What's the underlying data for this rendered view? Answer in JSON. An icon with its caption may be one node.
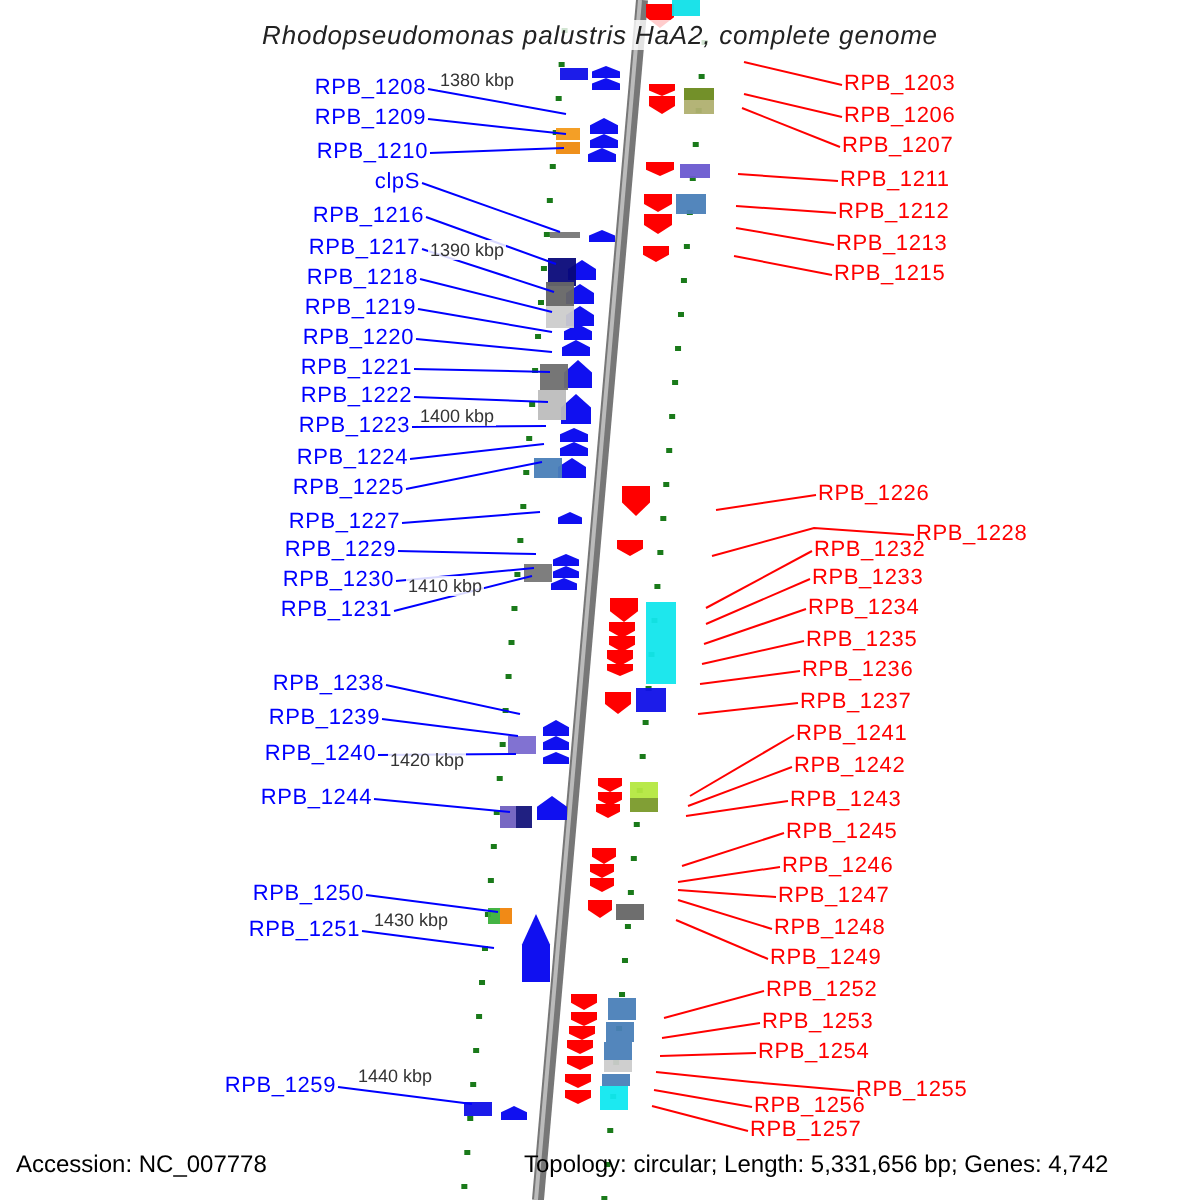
{
  "diagram": {
    "title": "Rhodopseudomonas palustris HaA2, complete genome",
    "nodes": [
      {
        "text": [
          "RPB_1208"
        ]
      },
      {
        "text": [
          "RPB_1209"
        ]
      },
      {
        "text": [
          "RPB_1210"
        ]
      },
      {
        "text": [
          "clpS"
        ]
      },
      {
        "text": [
          "RPB_1216"
        ]
      },
      {
        "text": [
          "RPB_1217"
        ]
      },
      {
        "text": [
          "RPB_1218"
        ]
      },
      {
        "text": [
          "RPB_1219"
        ]
      },
      {
        "text": [
          "RPB_1220"
        ]
      },
      {
        "text": [
          "RPB_1221"
        ]
      },
      {
        "text": [
          "RPB_1222"
        ]
      },
      {
        "text": [
          "RPB_1223"
        ]
      },
      {
        "text": [
          "RPB_1224"
        ]
      },
      {
        "text": [
          "RPB_1225"
        ]
      },
      {
        "text": [
          "RPB_1227"
        ]
      },
      {
        "text": [
          "RPB_1229"
        ]
      },
      {
        "text": [
          "RPB_1230"
        ]
      },
      {
        "text": [
          "RPB_1231"
        ]
      },
      {
        "text": [
          "RPB_1238"
        ]
      },
      {
        "text": [
          "RPB_1239"
        ]
      },
      {
        "text": [
          "RPB_1240"
        ]
      },
      {
        "text": [
          "RPB_1244"
        ]
      },
      {
        "text": [
          "RPB_1250"
        ]
      },
      {
        "text": [
          "RPB_1251"
        ]
      },
      {
        "text": [
          "RPB_1259"
        ]
      },
      {
        "text": [
          "RPB_1203"
        ]
      },
      {
        "text": [
          "RPB_1206"
        ]
      },
      {
        "text": [
          "RPB_1207"
        ]
      },
      {
        "text": [
          "RPB_1211"
        ]
      },
      {
        "text": [
          "RPB_1212"
        ]
      },
      {
        "text": [
          "RPB_1213"
        ]
      },
      {
        "text": [
          "RPB_1215"
        ]
      },
      {
        "text": [
          "RPB_1226"
        ]
      },
      {
        "text": [
          "RPB_1228"
        ]
      },
      {
        "text": [
          "RPB_1232"
        ]
      },
      {
        "text": [
          "RPB_1233"
        ]
      },
      {
        "text": [
          "RPB_1234"
        ]
      },
      {
        "text": [
          "RPB_1235"
        ]
      },
      {
        "text": [
          "RPB_1236"
        ]
      },
      {
        "text": [
          "RPB_1237"
        ]
      },
      {
        "text": [
          "RPB_1241"
        ]
      },
      {
        "text": [
          "RPB_1242"
        ]
      },
      {
        "text": [
          "RPB_1243"
        ]
      },
      {
        "text": [
          "RPB_1245"
        ]
      },
      {
        "text": [
          "RPB_1246"
        ]
      },
      {
        "text": [
          "RPB_1247"
        ]
      },
      {
        "text": [
          "RPB_1248"
        ]
      },
      {
        "text": [
          "RPB_1249"
        ]
      },
      {
        "text": [
          "RPB_1252"
        ]
      },
      {
        "text": [
          "RPB_1253"
        ]
      },
      {
        "text": [
          "RPB_1254"
        ]
      },
      {
        "text": [
          "RPB_1255"
        ]
      },
      {
        "text": [
          "RPB_1256"
        ]
      },
      {
        "text": [
          "RPB_1257"
        ]
      }
    ],
    "edges": [
      {
        "from": 0,
        "to": null,
        "arrow": "none",
        "color": "#0000ff"
      },
      {
        "from": 1,
        "to": null,
        "arrow": "none",
        "color": "#0000ff"
      },
      {
        "from": 2,
        "to": null,
        "arrow": "none",
        "color": "#0000ff"
      },
      {
        "from": 3,
        "to": null,
        "arrow": "none",
        "color": "#0000ff"
      },
      {
        "from": 4,
        "to": null,
        "arrow": "none",
        "color": "#0000ff"
      },
      {
        "from": 5,
        "to": null,
        "arrow": "none",
        "color": "#0000ff"
      },
      {
        "from": 6,
        "to": null,
        "arrow": "none",
        "color": "#0000ff"
      },
      {
        "from": 7,
        "to": null,
        "arrow": "none",
        "color": "#0000ff"
      },
      {
        "from": 8,
        "to": null,
        "arrow": "none",
        "color": "#0000ff"
      },
      {
        "from": 9,
        "to": null,
        "arrow": "none",
        "color": "#0000ff"
      },
      {
        "from": 10,
        "to": null,
        "arrow": "none",
        "color": "#0000ff"
      },
      {
        "from": 11,
        "to": null,
        "arrow": "none",
        "color": "#0000ff"
      },
      {
        "from": 12,
        "to": null,
        "arrow": "none",
        "color": "#0000ff"
      },
      {
        "from": 13,
        "to": null,
        "arrow": "none",
        "color": "#0000ff"
      },
      {
        "from": 14,
        "to": null,
        "arrow": "none",
        "color": "#0000ff"
      },
      {
        "from": 15,
        "to": null,
        "arrow": "none",
        "color": "#0000ff"
      },
      {
        "from": 16,
        "to": null,
        "arrow": "none",
        "color": "#0000ff"
      },
      {
        "from": 17,
        "to": null,
        "arrow": "none",
        "color": "#0000ff"
      },
      {
        "from": 18,
        "to": null,
        "arrow": "none",
        "color": "#0000ff"
      },
      {
        "from": 19,
        "to": null,
        "arrow": "none",
        "color": "#0000ff"
      },
      {
        "from": 20,
        "to": null,
        "arrow": "none",
        "color": "#0000ff"
      },
      {
        "from": 21,
        "to": null,
        "arrow": "none",
        "color": "#0000ff"
      },
      {
        "from": 22,
        "to": null,
        "arrow": "none",
        "color": "#0000ff"
      },
      {
        "from": 23,
        "to": null,
        "arrow": "none",
        "color": "#0000ff"
      },
      {
        "from": 24,
        "to": null,
        "arrow": "none",
        "color": "#0000ff"
      },
      {
        "from": 25,
        "to": null,
        "arrow": "none"
      },
      {
        "from": 26,
        "to": null,
        "arrow": "none"
      },
      {
        "from": 27,
        "to": null,
        "arrow": "none"
      },
      {
        "from": 28,
        "to": null,
        "arrow": "none"
      },
      {
        "from": 29,
        "to": null,
        "arrow": "none"
      },
      {
        "from": 30,
        "to": null,
        "arrow": "none"
      },
      {
        "from": 31,
        "to": null,
        "arrow": "none"
      },
      {
        "from": 32,
        "to": null,
        "arrow": "none"
      },
      {
        "from": 33,
        "to": null,
        "arrow": "none"
      },
      {
        "from": 34,
        "to": null,
        "arrow": "none"
      },
      {
        "from": 35,
        "to": null,
        "arrow": "none"
      },
      {
        "from": 36,
        "to": null,
        "arrow": "none"
      },
      {
        "from": 37,
        "to": null,
        "arrow": "none"
      },
      {
        "from": 38,
        "to": null,
        "arrow": "none"
      },
      {
        "from": 39,
        "to": null,
        "arrow": "none"
      },
      {
        "from": 40,
        "to": null,
        "arrow": "none"
      },
      {
        "from": 41,
        "to": null,
        "arrow": "none"
      },
      {
        "from": 42,
        "to": null,
        "arrow": "none"
      },
      {
        "from": 43,
        "to": null,
        "arrow": "none"
      },
      {
        "from": 44,
        "to": null,
        "arrow": "none"
      },
      {
        "from": 45,
        "to": null,
        "arrow": "none"
      },
      {
        "from": 46,
        "to": null,
        "arrow": "none"
      },
      {
        "from": 47,
        "to": null,
        "arrow": "none"
      },
      {
        "from": 48,
        "to": null,
        "arrow": "none"
      },
      {
        "from": 49,
        "to": null,
        "arrow": "none"
      },
      {
        "from": 50,
        "to": null,
        "arrow": "none"
      },
      {
        "from": 51,
        "to": null,
        "arrow": "none"
      },
      {
        "from": 52,
        "to": null,
        "arrow": "none"
      },
      {
        "from": 53,
        "to": null,
        "arrow": "none"
      }
    ],
    "labels": [
      "1380 kbp",
      "1390 kbp",
      "1400 kbp",
      "1410 kbp",
      "1420 kbp",
      "1430 kbp",
      "1440 kbp",
      "Accession: NC_007778",
      "Topology: circular; Length: 5,331,656 bp; Genes: 4,742"
    ]
  }
}
